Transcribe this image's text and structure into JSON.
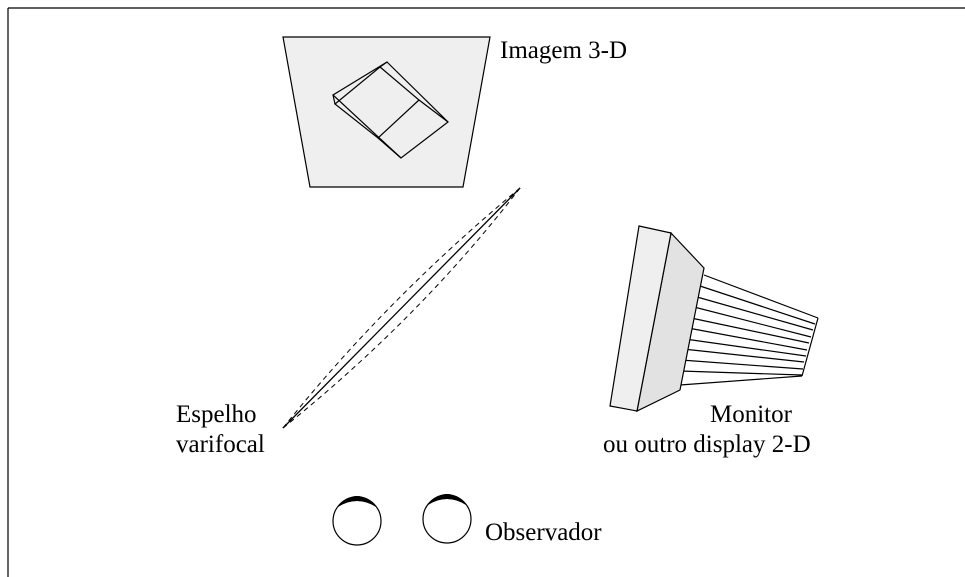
{
  "labels": {
    "image3d": "Imagem 3-D",
    "mirror_line1": "Espelho",
    "mirror_line2": "varifocal",
    "monitor_line1": "Monitor",
    "monitor_line2": "ou outro display 2-D",
    "observer": "Observador"
  },
  "colors": {
    "stroke": "#000000",
    "panel_fill": "#efefef",
    "monitor_front": "#efefef",
    "monitor_side": "#e2e2e2",
    "background": "#ffffff"
  },
  "icons": {
    "eyes": "eye-icon",
    "cube": "cube-icon"
  }
}
